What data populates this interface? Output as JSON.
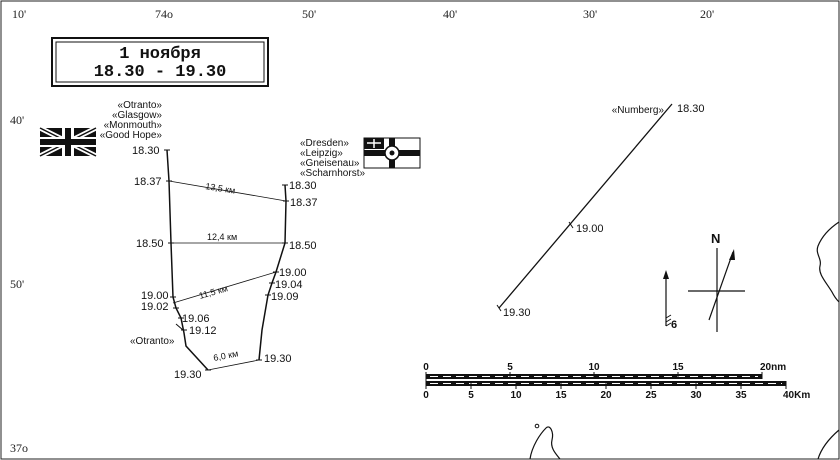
{
  "title": {
    "date": "1 ноября",
    "time_range": "18.30 - 19.30"
  },
  "edge_labels": {
    "top": [
      "10'",
      "74o",
      "50'",
      "40'",
      "30'",
      "20'"
    ],
    "left": [
      "40'",
      "50'",
      "37o"
    ]
  },
  "british": {
    "ships": [
      "«Otranto»",
      "«Glasgow»",
      "«Monmouth»",
      "«Good Hope»"
    ],
    "otranto_label": "«Otranto»",
    "times": [
      "18.30",
      "18.37",
      "18.50",
      "19.00",
      "19.02",
      "19.06",
      "19.12",
      "19.30"
    ]
  },
  "german": {
    "ships": [
      "«Dresden»",
      "«Leipzig»",
      "«Gneisenau»",
      "«Scharnhorst»"
    ],
    "times": [
      "18.30",
      "18.37",
      "18.50",
      "19.00",
      "19.04",
      "19.09",
      "19.30"
    ]
  },
  "distances": [
    "13,5 км",
    "12,4 км",
    "11,5 км",
    "6,0 км"
  ],
  "nurnberg": {
    "label": "«Numberg»",
    "times": [
      "18.30",
      "19.00",
      "19.30"
    ]
  },
  "compass": {
    "north": "N"
  },
  "wind": {
    "force": "6"
  },
  "scale": {
    "nm": {
      "ticks": [
        "0",
        "5",
        "10",
        "15"
      ],
      "end": "20nm"
    },
    "km": {
      "ticks": [
        "0",
        "5",
        "10",
        "15",
        "20",
        "25",
        "30",
        "35"
      ],
      "end": "40Km"
    }
  },
  "colors": {
    "ink": "#111111",
    "background": "#ffffff"
  },
  "icons": [
    "union-jack-flag-icon",
    "german-naval-ensign-icon",
    "north-compass-icon",
    "wind-arrow-icon"
  ]
}
